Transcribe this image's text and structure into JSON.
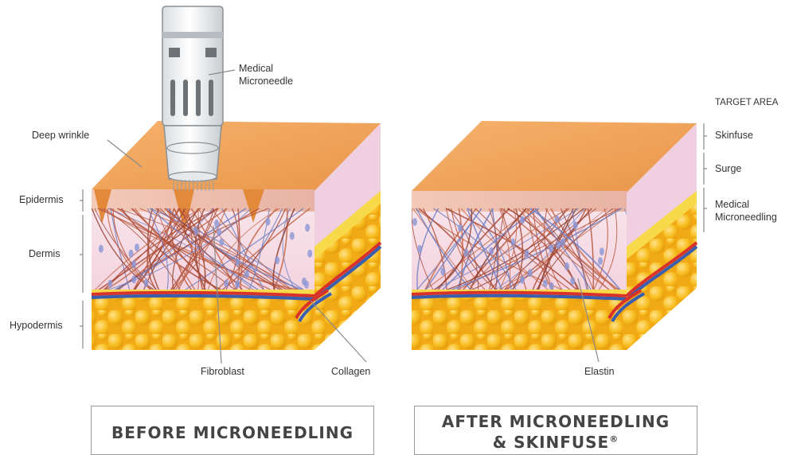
{
  "labels": {
    "medical_microneedle": [
      "Medical",
      "Microneedle"
    ],
    "deep_wrinkle": "Deep wrinkle",
    "epidermis": "Epidermis",
    "dermis": "Dermis",
    "hypodermis": "Hypodermis",
    "fibroblast": "Fibroblast",
    "collagen": "Collagen",
    "elastin": "Elastin"
  },
  "target_area": {
    "title": "TARGET AREA",
    "items": [
      "Skinfuse",
      "Surge",
      "Medical",
      "Microneedling"
    ]
  },
  "captions": {
    "before": "BEFORE MICRONEEDLING",
    "after_line1": "AFTER MICRONEEDLING",
    "after_line2": "& SKINFUSE",
    "after_mark": "®"
  },
  "colors": {
    "skin_top": "#f0a55e",
    "skin_side": "#e38a3a",
    "dermis": "#f6dde6",
    "fat": "#f5b418",
    "vein": "#3b5fb0",
    "artery": "#d8322a",
    "collagen": "#b5513a"
  }
}
